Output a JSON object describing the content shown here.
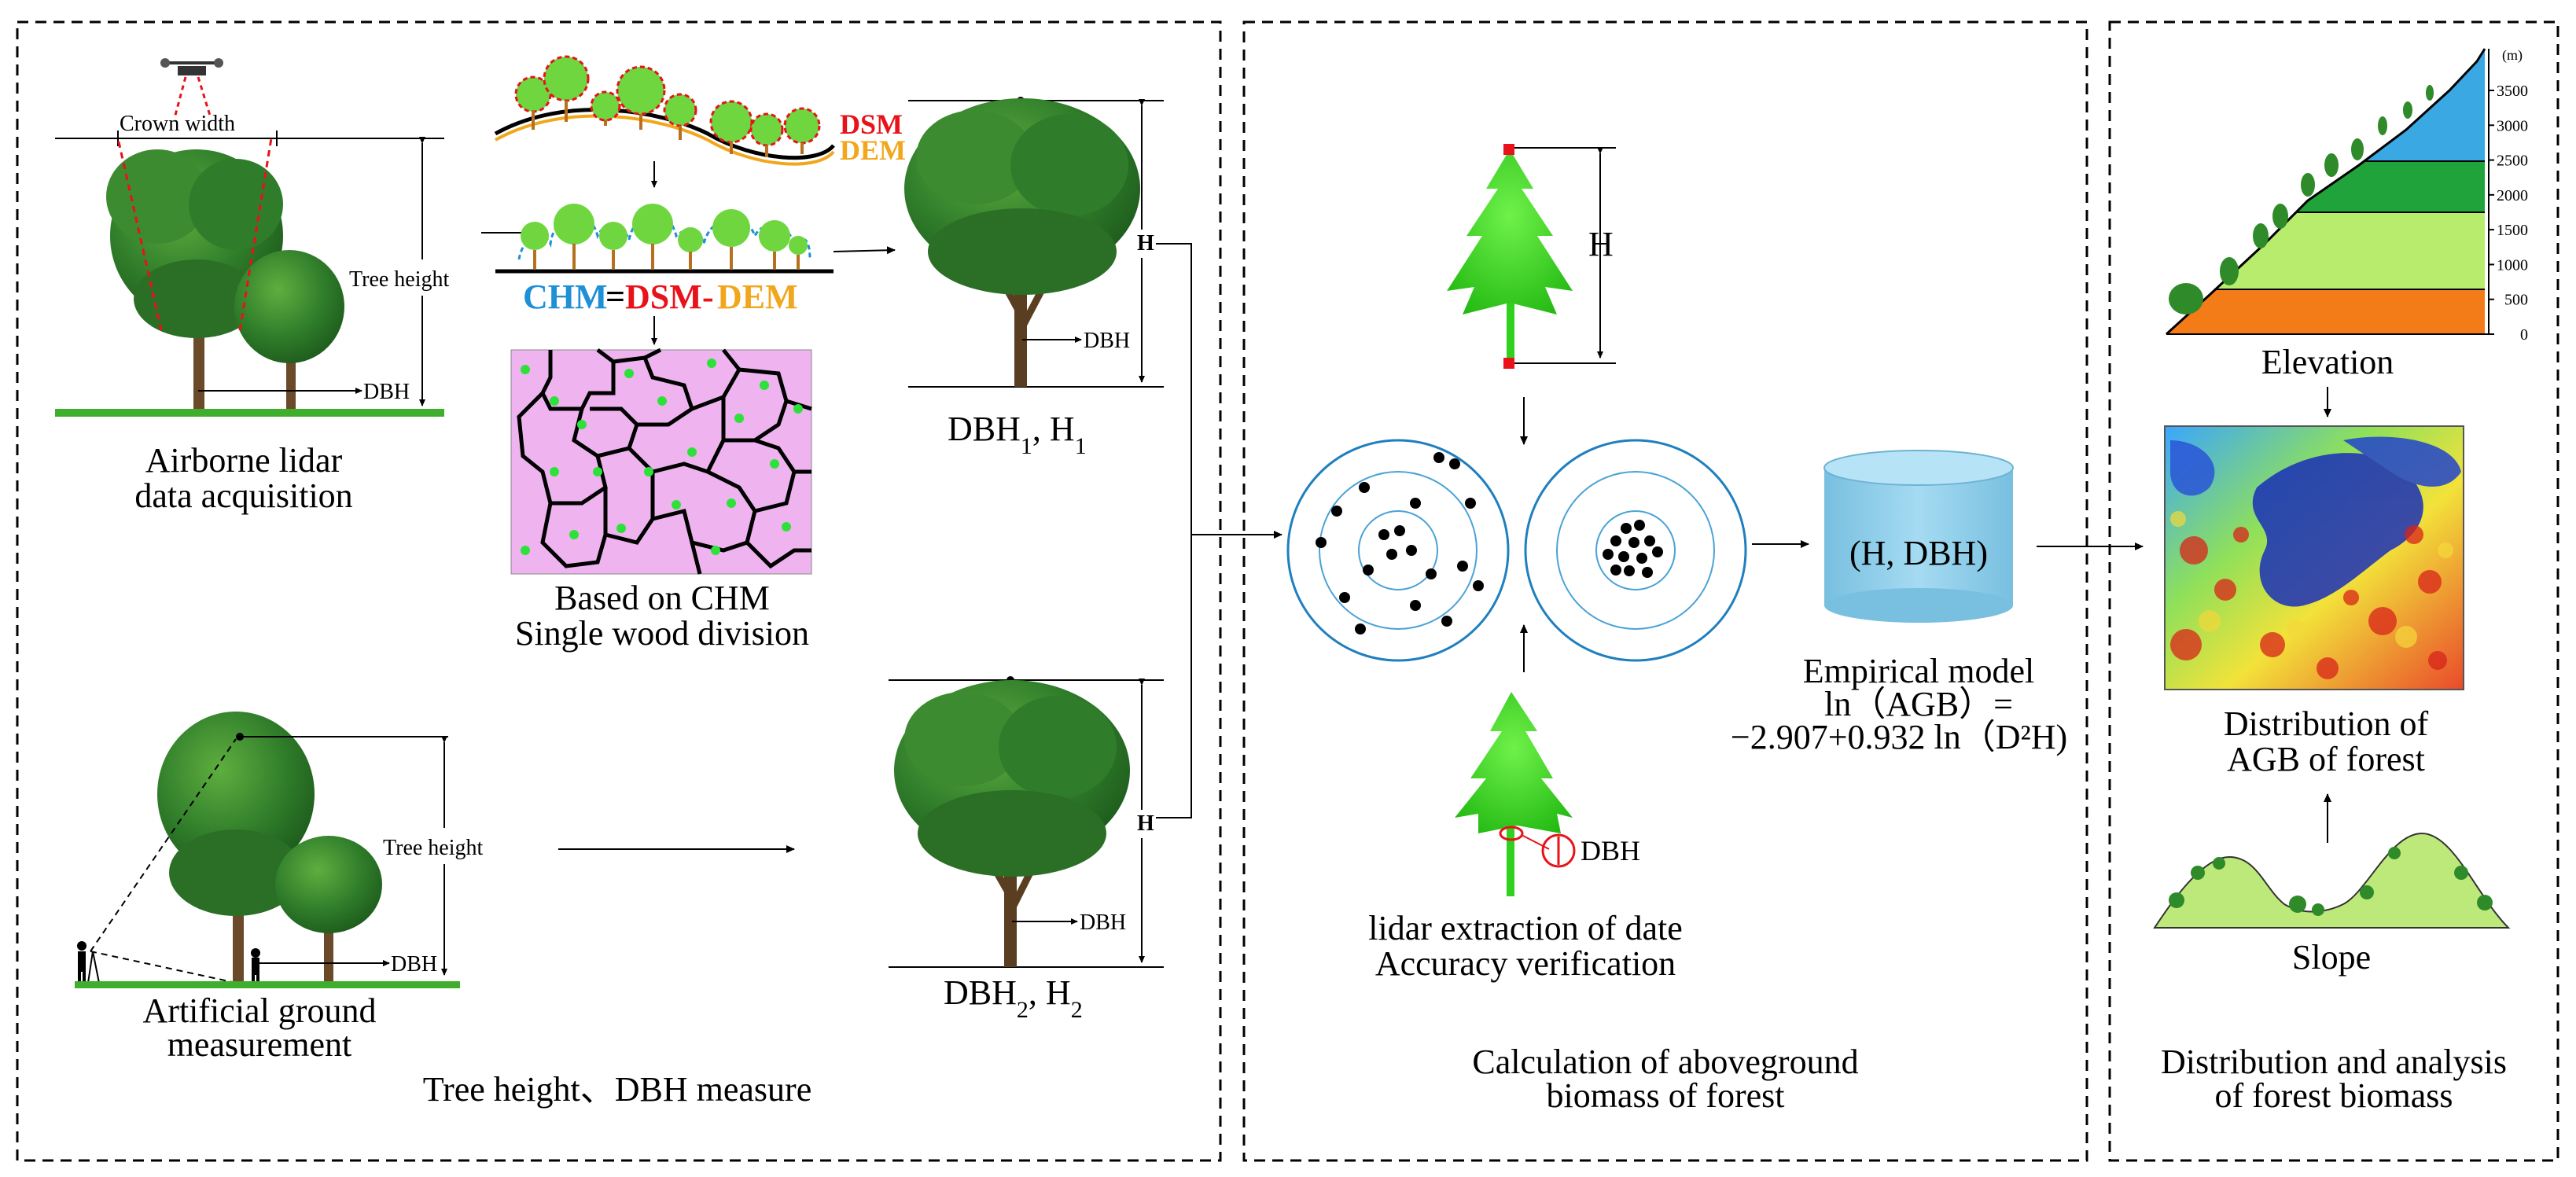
{
  "panels": {
    "left_caption": "Tree height、DBH measure",
    "middle_caption": [
      "Calculation of aboveground",
      "biomass of forest"
    ],
    "right_caption": [
      "Distribution and analysis",
      "of forest biomass"
    ]
  },
  "airborne": {
    "crown_width": "Crown width",
    "tree_height": "Tree height",
    "dbh": "DBH",
    "caption": [
      "Airborne lidar",
      "data acquisition"
    ]
  },
  "chm_diagram": {
    "dsm": "DSM",
    "dem": "DEM",
    "formula_chm": "CHM",
    "formula_eq": "=",
    "formula_dsm": "DSM",
    "formula_minus": "-",
    "formula_dem": "DEM",
    "caption": [
      "Based on CHM",
      "Single wood division"
    ]
  },
  "ground": {
    "tree_height": "Tree height",
    "dbh": "DBH",
    "caption": [
      "Artificial ground",
      "measurement"
    ]
  },
  "tree1": {
    "h": "H",
    "dbh": "DBH",
    "label_base_1": "DBH",
    "label_sub_1": "1",
    "label_mid": ", H",
    "label_sub_2": "1"
  },
  "tree2": {
    "h": "H",
    "dbh": "DBH",
    "label_base_1": "DBH",
    "label_sub_1": "2",
    "label_mid": ", H",
    "label_sub_2": "2"
  },
  "lidar": {
    "h": "H",
    "dbh": "DBH",
    "caption": [
      "lidar extraction of date",
      "Accuracy verification"
    ]
  },
  "model": {
    "db_label": "(H, DBH)",
    "lines": [
      "Empirical model",
      "ln（AGB）=",
      "−2.907+0.932 ln（D²H)"
    ]
  },
  "elevation": {
    "unit": "(m)",
    "ticks": [
      "3500",
      "3000",
      "2500",
      "2000",
      "1500",
      "1000",
      "500",
      "0"
    ],
    "caption": "Elevation"
  },
  "agb_map": {
    "caption": [
      "Distribution of",
      "AGB of forest"
    ]
  },
  "slope": {
    "caption": "Slope"
  },
  "colors": {
    "dsm_red": "#e8121a",
    "dem_orange": "#f2a61c",
    "chm_blue": "#1f8fd6",
    "tree_green": "#2f7d2a",
    "lidar_green": "#39d81f",
    "segment_pink": "#efb4ef",
    "cylinder_blue": "#8ecdea",
    "band_orange": "#f47c18",
    "band_lightgreen": "#b8ec6c",
    "band_green": "#1fa33a",
    "band_blue": "#39a8e3",
    "slope_green": "#bde97a"
  }
}
